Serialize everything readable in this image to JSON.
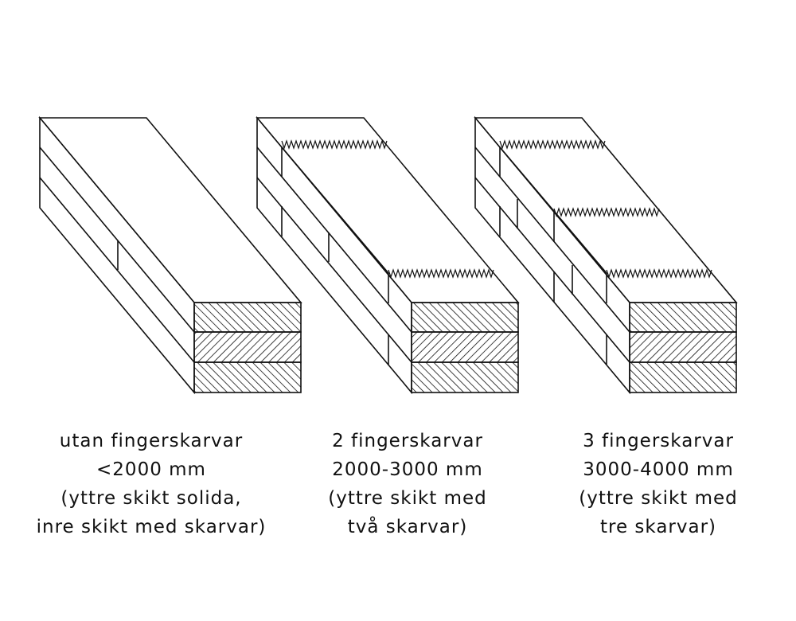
{
  "beams": [
    {
      "finger_joints": 0,
      "caption": {
        "line1": "utan fingerskarvar",
        "line2": "<2000 mm",
        "line3": "(yttre skikt solida,",
        "line4": "inre skikt med skarvar)"
      }
    },
    {
      "finger_joints": 2,
      "caption": {
        "line1": "2 fingerskarvar",
        "line2": "2000-3000 mm",
        "line3": "(yttre skikt med",
        "line4": "två skarvar)"
      }
    },
    {
      "finger_joints": 3,
      "caption": {
        "line1": "3 fingerskarvar",
        "line2": "3000-4000 mm",
        "line3": "(yttre skikt med",
        "line4": "tre skarvar)"
      }
    }
  ],
  "colors": {
    "line": "#111111",
    "background": "#ffffff"
  }
}
